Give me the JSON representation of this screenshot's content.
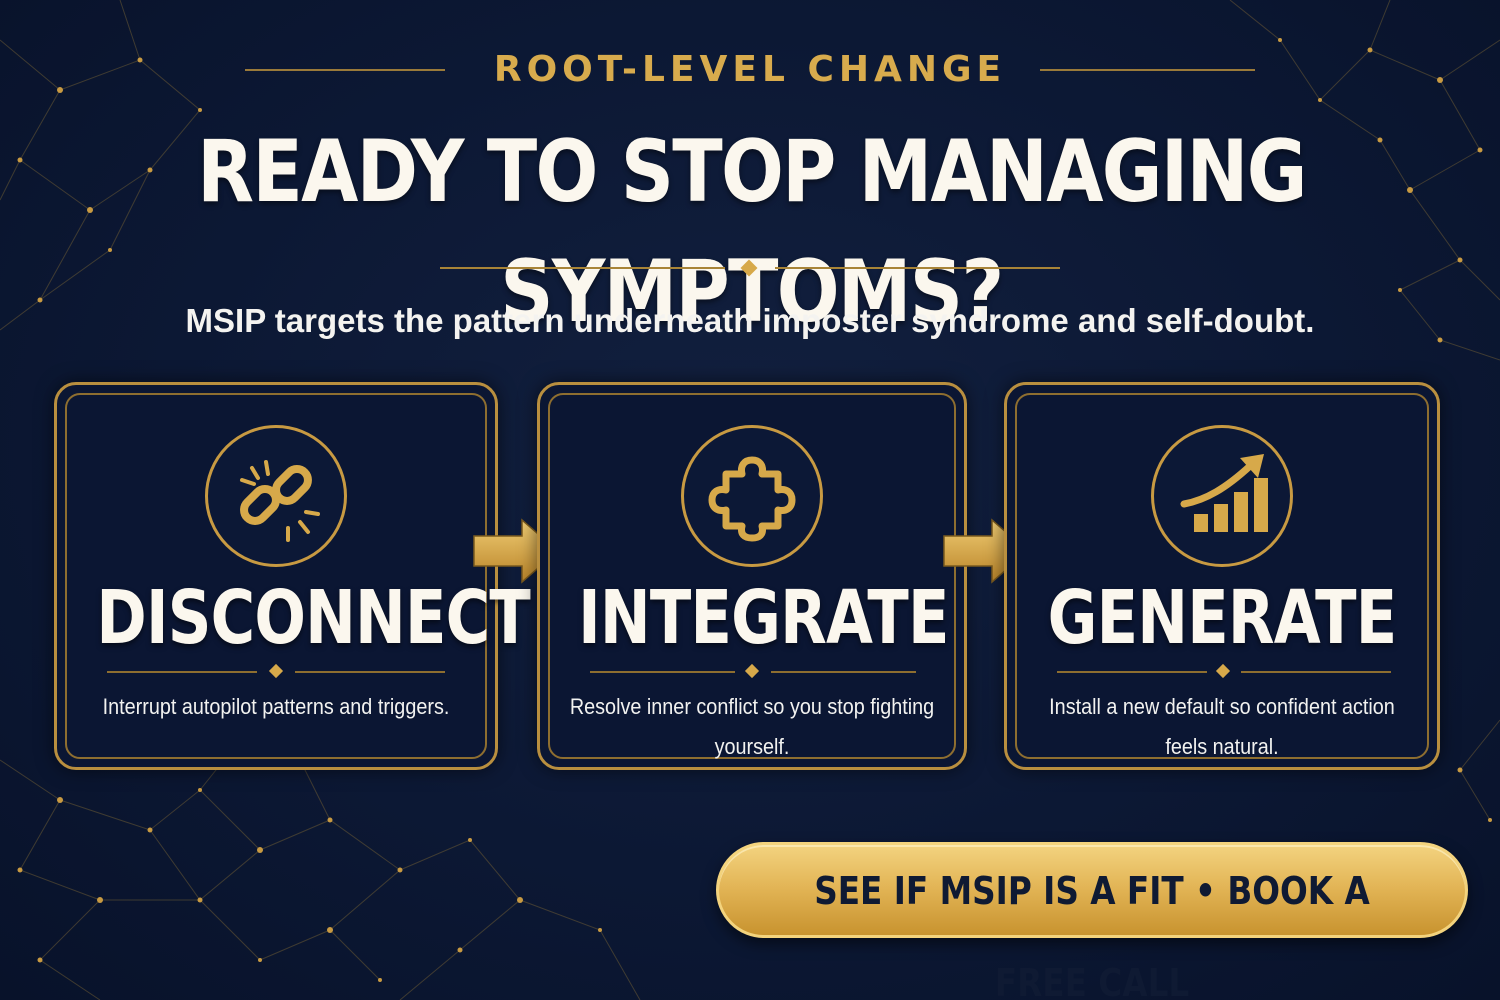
{
  "header": {
    "eyebrow": "ROOT-LEVEL CHANGE",
    "headline": "READY TO STOP MANAGING SYMPTOMS?",
    "subtitle": "MSIP targets the pattern underneath imposter syndrome and self-doubt."
  },
  "steps": [
    {
      "icon": "broken-chain-icon",
      "title": "DISCONNECT",
      "description": "Interrupt autopilot patterns and triggers."
    },
    {
      "icon": "puzzle-piece-icon",
      "title": "INTEGRATE",
      "description": "Resolve inner conflict so you stop fighting yourself."
    },
    {
      "icon": "growth-chart-icon",
      "title": "GENERATE",
      "description": "Install a new default so confident action feels natural."
    }
  ],
  "cta": {
    "label": "SEE IF MSIP IS A FIT • BOOK A FREE CALL"
  },
  "colors": {
    "background": "#0b1733",
    "gold": "#d7a94a",
    "text": "#fbf7ee"
  }
}
